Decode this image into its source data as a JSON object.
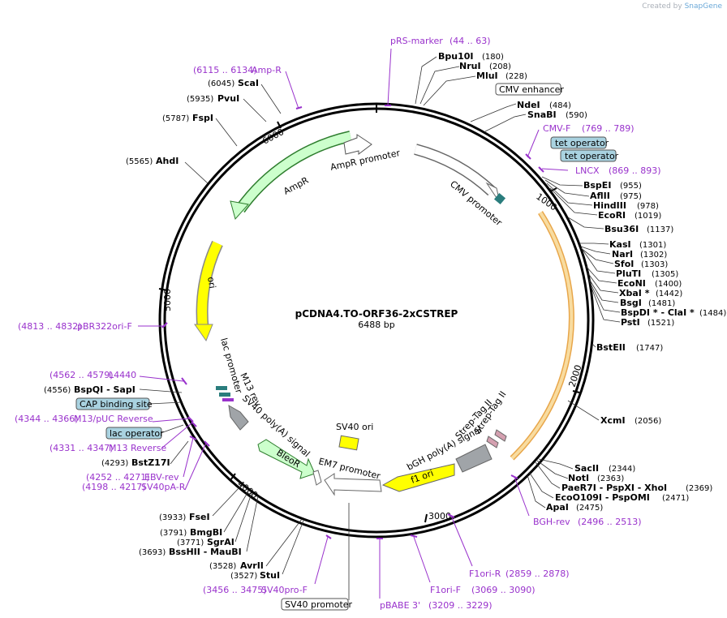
{
  "credit": {
    "prefix": "Created by",
    "brand": "SnapGene"
  },
  "plasmid": {
    "name": "pCDNA4.TO-ORF36-2xCSTREP",
    "length": "6488 bp"
  },
  "ticks": [
    "1000",
    "2000",
    "3000",
    "4000",
    "5000",
    "6000"
  ],
  "features": {
    "amp_promoter": "AmpR promoter",
    "ampr": "AmpR",
    "cmv_promoter": "CMV promoter",
    "ori": "ori",
    "lac_promoter": "lac promoter",
    "m13_rev": "M13 rev",
    "sv40_polya": "SV40 poly(A) signal",
    "bleor": "BleoR",
    "em7": "EM7 promoter",
    "sv40_ori": "SV40 ori",
    "f1_ori": "f1 ori",
    "bgh": "bGH poly(A) signal",
    "strep1": "Strep-Tag II",
    "strep2": "Strep-Tag II"
  },
  "boxed": {
    "cmv_enhancer": "CMV enhancer",
    "tet_operator_1": "tet operator",
    "tet_operator_2": "tet operator",
    "cap_site": "CAP binding site",
    "lac_operator": "lac operator",
    "sv40_promoter": "SV40 promoter"
  },
  "sites_right": [
    {
      "name": "Bpu10I",
      "pos": "(180)"
    },
    {
      "name": "NruI",
      "pos": "(208)"
    },
    {
      "name": "MluI",
      "pos": "(228)"
    },
    {
      "name": "NdeI",
      "pos": "(484)"
    },
    {
      "name": "SnaBI",
      "pos": "(590)"
    },
    {
      "name": "BspEI",
      "pos": "(955)"
    },
    {
      "name": "AflII",
      "pos": "(975)"
    },
    {
      "name": "HindIII",
      "pos": "(978)"
    },
    {
      "name": "EcoRI",
      "pos": "(1019)"
    },
    {
      "name": "Bsu36I",
      "pos": "(1137)"
    },
    {
      "name": "KasI",
      "pos": "(1301)"
    },
    {
      "name": "NarI",
      "pos": "(1302)"
    },
    {
      "name": "SfoI",
      "pos": "(1303)"
    },
    {
      "name": "PluTI",
      "pos": "(1305)"
    },
    {
      "name": "EcoNI",
      "pos": "(1400)"
    },
    {
      "name": "XbaI *",
      "pos": "(1442)"
    },
    {
      "name": "BsgI",
      "pos": "(1481)"
    },
    {
      "name": "BspDI * - ClaI *",
      "pos": "(1484)"
    },
    {
      "name": "PstI",
      "pos": "(1521)"
    },
    {
      "name": "BstEII",
      "pos": "(1747)"
    },
    {
      "name": "XcmI",
      "pos": "(2056)"
    },
    {
      "name": "SacII",
      "pos": "(2344)"
    },
    {
      "name": "NotI",
      "pos": "(2363)"
    },
    {
      "name": "PaeR7I - PspXI - XhoI",
      "pos": "(2369)"
    },
    {
      "name": "EcoO109I - PspOMI",
      "pos": "(2471)"
    },
    {
      "name": "ApaI",
      "pos": "(2475)"
    },
    {
      "name": "AvrII",
      "pos": "(3528)"
    },
    {
      "name": "StuI",
      "pos": "(3527)"
    }
  ],
  "sites_left": [
    {
      "name": "ScaI",
      "pos": "(6045)"
    },
    {
      "name": "PvuI",
      "pos": "(5935)"
    },
    {
      "name": "FspI",
      "pos": "(5787)"
    },
    {
      "name": "AhdI",
      "pos": "(5565)"
    },
    {
      "name": "BspQI - SapI",
      "pos": "(4556)"
    },
    {
      "name": "BstZ17I",
      "pos": "(4293)"
    },
    {
      "name": "FseI",
      "pos": "(3933)"
    },
    {
      "name": "BmgBI",
      "pos": "(3791)"
    },
    {
      "name": "SgrAI",
      "pos": "(3771)"
    },
    {
      "name": "BssHII - MauBI",
      "pos": "(3693)"
    }
  ],
  "primers": [
    {
      "name": "pRS-marker",
      "pos": "(44 .. 63)"
    },
    {
      "name": "Amp-R",
      "pos": "(6115 .. 6134)"
    },
    {
      "name": "CMV-F",
      "pos": "(769 .. 789)"
    },
    {
      "name": "LNCX",
      "pos": "(869 .. 893)"
    },
    {
      "name": "pBR322ori-F",
      "pos": "(4813 .. 4832)"
    },
    {
      "name": "L4440",
      "pos": "(4562 .. 4579)"
    },
    {
      "name": "M13/pUC Reverse",
      "pos": "(4344 .. 4366)"
    },
    {
      "name": "M13 Reverse",
      "pos": "(4331 .. 4347)"
    },
    {
      "name": "EBV-rev",
      "pos": "(4252 .. 4271)"
    },
    {
      "name": "SV40pA-R",
      "pos": "(4198 .. 4217)"
    },
    {
      "name": "BGH-rev",
      "pos": "(2496 .. 2513)"
    },
    {
      "name": "F1ori-R",
      "pos": "(2859 .. 2878)"
    },
    {
      "name": "F1ori-F",
      "pos": "(3069 .. 3090)"
    },
    {
      "name": "SV40pro-F",
      "pos": "(3456 .. 3475)"
    },
    {
      "name": "pBABE 3'",
      "pos": "(3209 .. 3229)"
    }
  ],
  "colors": {
    "backbone": "#000000",
    "primer": "#9932cc",
    "ampr": "#ccffcc",
    "ori": "#ffff00",
    "orf": "#f5c27a",
    "bleor": "#ccffcc",
    "boxed_blue": "#a9d2e0",
    "gray": "#a0a4a8",
    "teal": "#2a7d7d"
  }
}
